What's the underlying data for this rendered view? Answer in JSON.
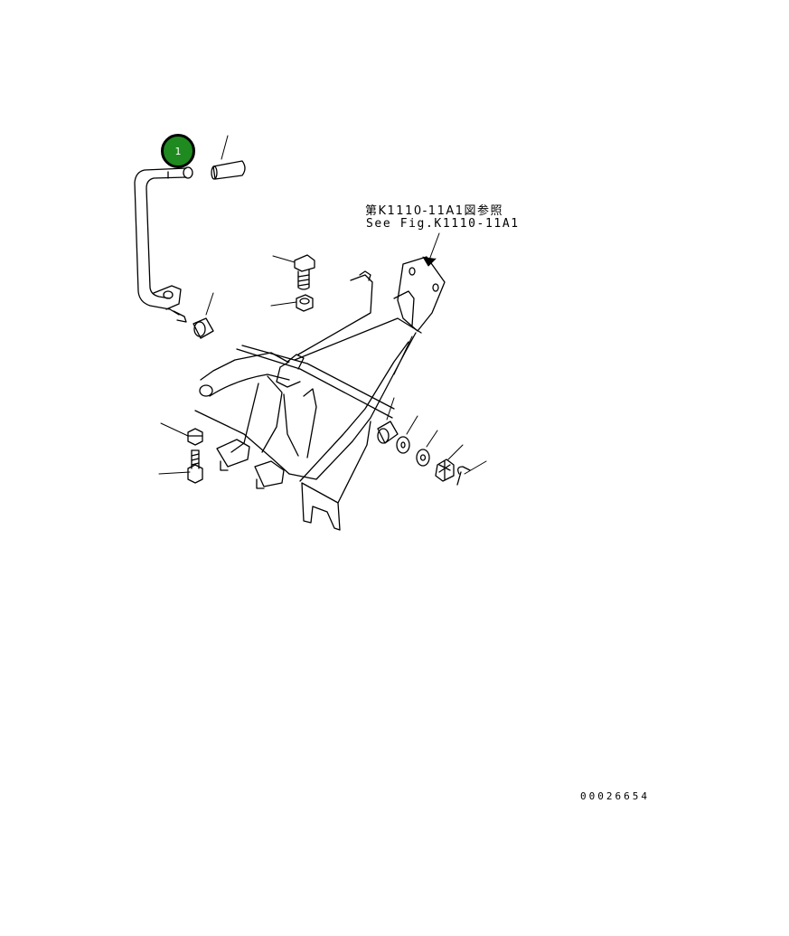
{
  "reference": {
    "jp": "第K1110-11A1図参照",
    "en": "See Fig.K1110-11A1"
  },
  "callouts": [
    {
      "number": "1"
    }
  ],
  "document_id": "00026654",
  "colors": {
    "callout_fill": "#1f8a1f",
    "line": "#000000",
    "background": "#ffffff"
  }
}
